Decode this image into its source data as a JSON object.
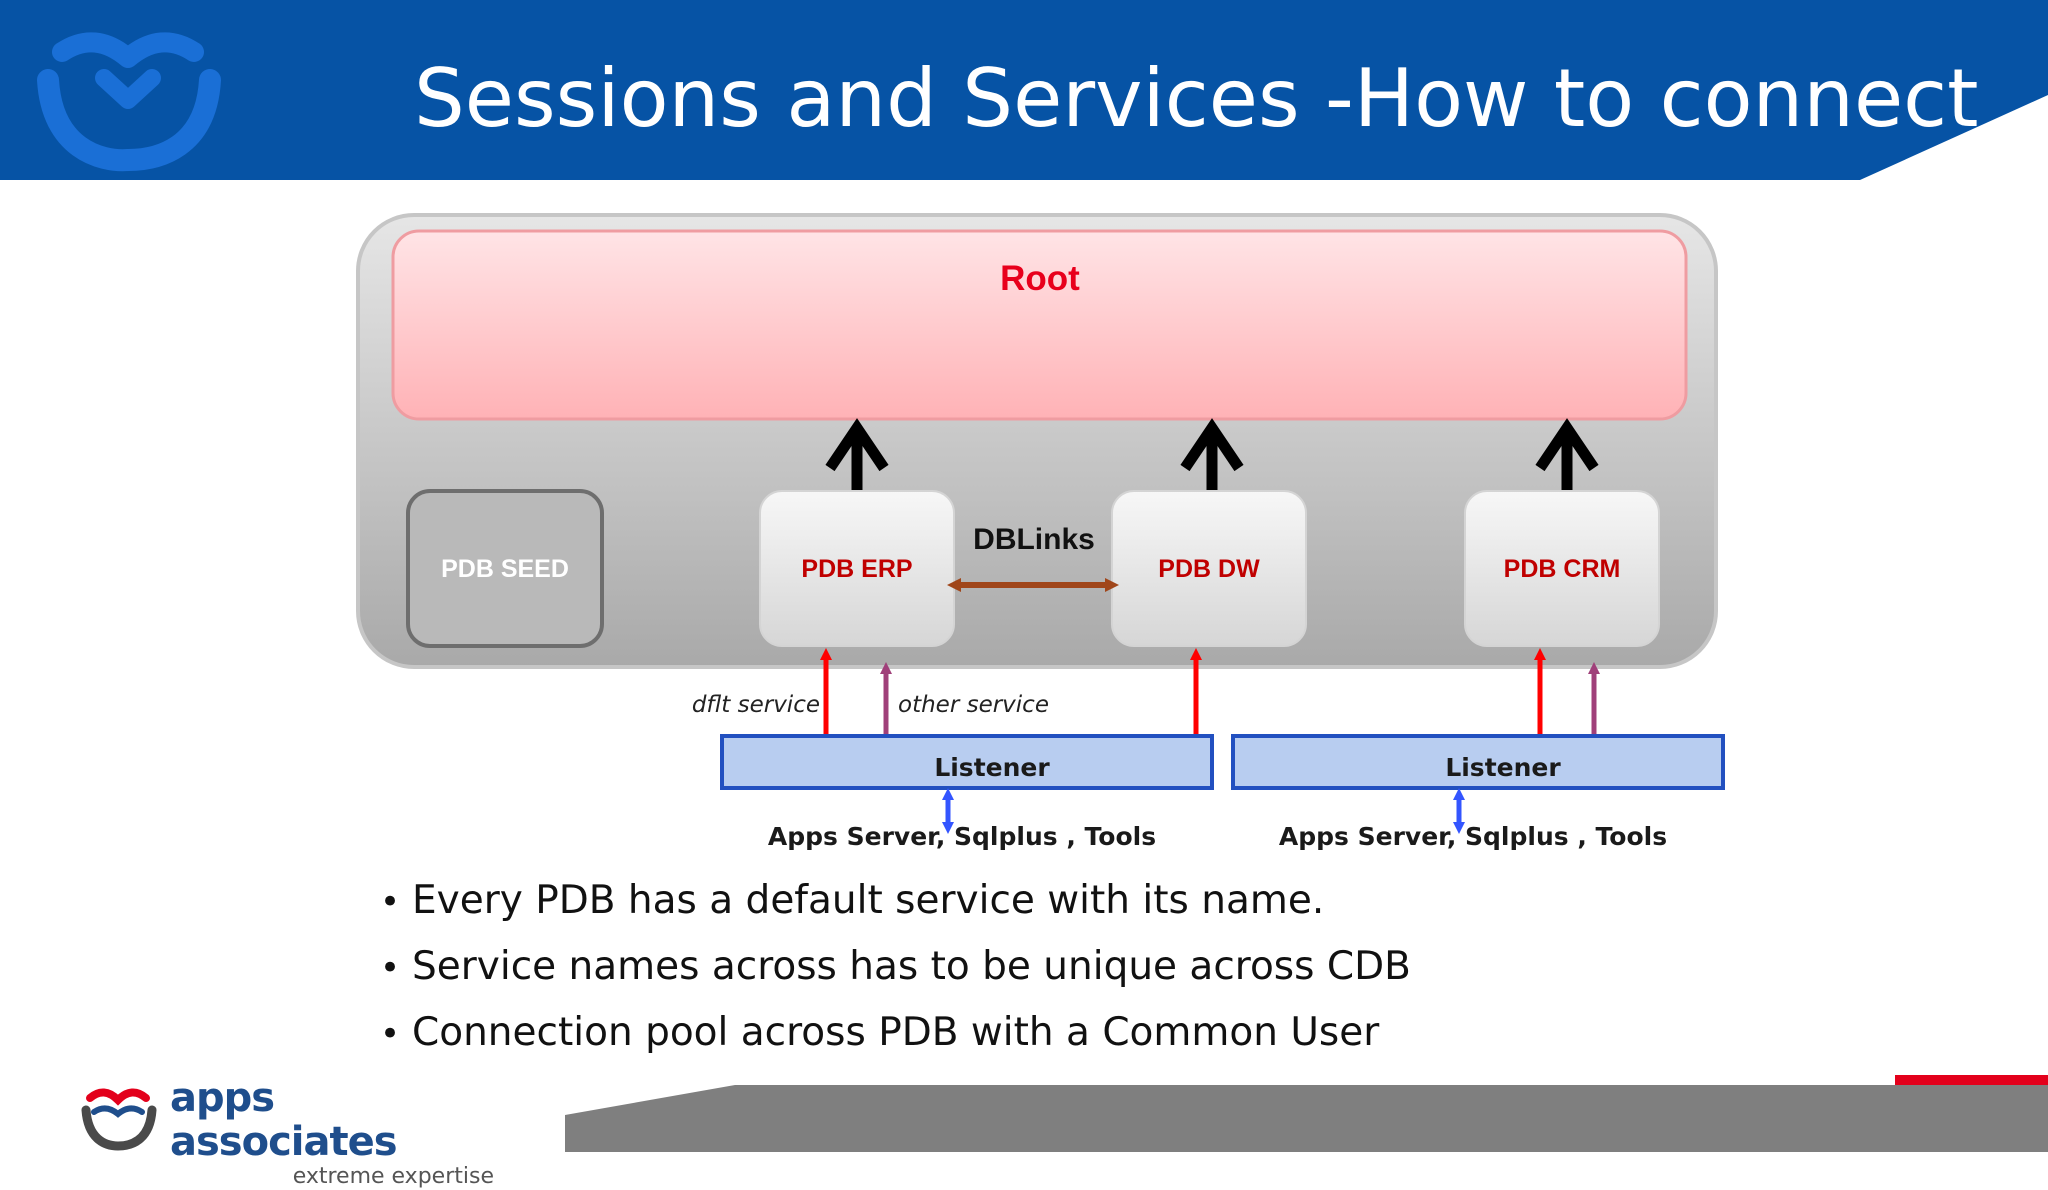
{
  "slide": {
    "title": "Sessions and Services -How to connect",
    "bullets": [
      "Every PDB has a default service with its name.",
      "Service names across has to be unique across CDB",
      "Connection pool across PDB with a Common User"
    ],
    "bullet_glyph": "•"
  },
  "diagram": {
    "root_label": "Root",
    "pdbs": {
      "seed": "PDB SEED",
      "erp": "PDB ERP",
      "dw": "PDB DW",
      "crm": "PDB CRM"
    },
    "dblinks_label": "DBLinks",
    "service_labels": {
      "default": "dflt service",
      "other": "other service"
    },
    "listeners": [
      "Listener",
      "Listener"
    ],
    "clients": [
      "Apps Server, Sqlplus , Tools",
      "Apps Server, Sqlplus , Tools"
    ]
  },
  "footer": {
    "brand": "apps associates",
    "tagline": "extreme expertise"
  },
  "colors": {
    "header_blue": "#0653a5",
    "root_text": "#e8001c",
    "pdb_text": "#c00000",
    "listener_fill": "#b8cdf0",
    "listener_border": "#2250c0",
    "dblink_arrow": "#a0461a",
    "service_arrow_default": "#ff0000",
    "service_arrow_other": "#a0407a",
    "client_arrow": "#3355ff",
    "footer_gray": "#7f7f7f",
    "accent_red": "#e3001b"
  },
  "icons": [
    "company-logo-icon",
    "footer-logo-icon"
  ]
}
